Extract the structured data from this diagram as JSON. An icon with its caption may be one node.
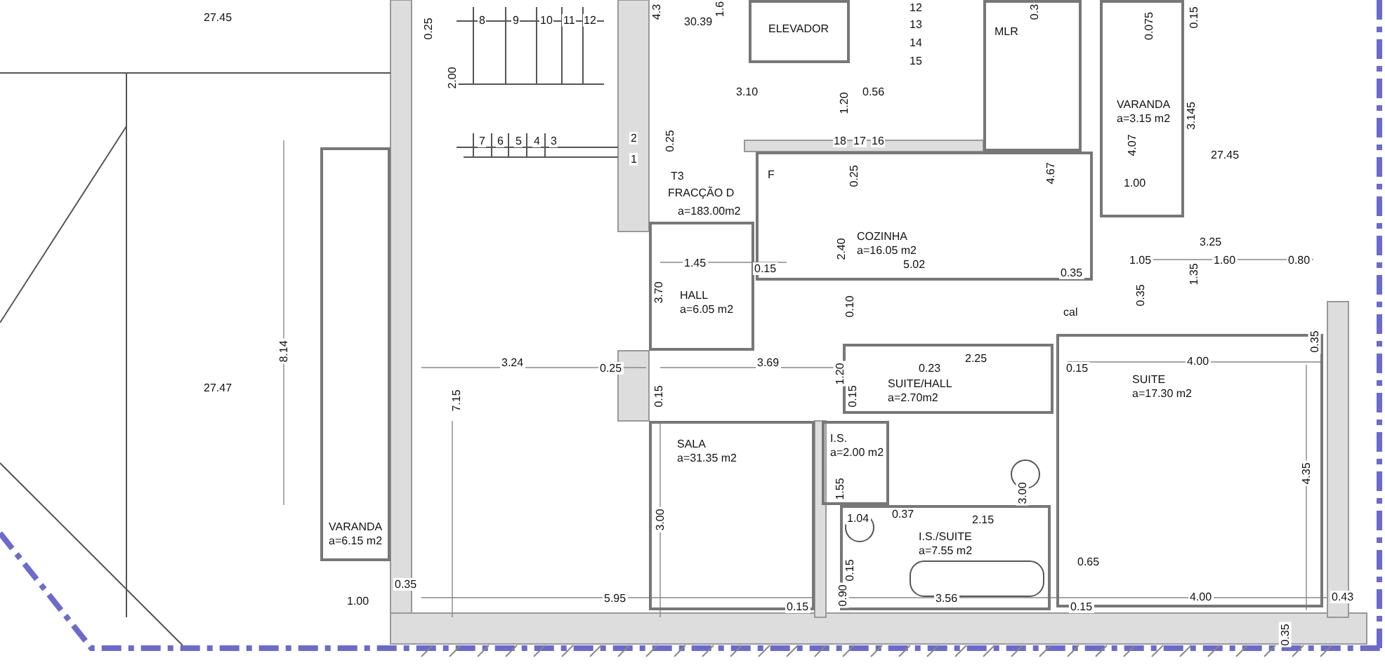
{
  "diagram": {
    "nodes": [
      {
        "text": [
          "ELEVADOR"
        ]
      },
      {
        "text": [
          "MLR"
        ]
      },
      {
        "text": [
          "VARANDA",
          "a=3.15 m2"
        ]
      },
      {
        "text": [
          "COZINHA",
          "a=16.05 m2"
        ]
      },
      {
        "text": [
          "HALL",
          "a=6.05 m2"
        ]
      },
      {
        "text": [
          "SUITE/HALL",
          "a=2.70m2"
        ]
      },
      {
        "text": [
          "SUITE",
          "a=17.30 m2"
        ]
      },
      {
        "text": [
          "SALA",
          "a=31.35 m2"
        ]
      },
      {
        "text": [
          "I.S.",
          "a=2.00 m2"
        ]
      },
      {
        "text": [
          "I.S./SUITE",
          "a=7.55 m2"
        ]
      },
      {
        "text": [
          "VARANDA",
          "a=6.15 m2"
        ]
      }
    ],
    "edges": [],
    "labels": [
      "27.45",
      "0.25",
      "8",
      "9",
      "10",
      "11",
      "12",
      "4.3",
      "30.39",
      "1.6",
      "12",
      "13",
      "14",
      "15",
      "0.3",
      "0.075",
      "0.15",
      "2.00",
      "3.10",
      "1.20",
      "0.56",
      "4.07",
      "3.145",
      "27.45",
      "1.00",
      "7",
      "6",
      "5",
      "4",
      "3",
      "2",
      "1",
      "0.25",
      "18",
      "17",
      "16",
      "T3",
      "FRACÇÃO D",
      "a=183.00m2",
      "F",
      "0.25",
      "4.67",
      "2.40",
      "3.25",
      "1.45",
      "0.15",
      "5.02",
      "0.35",
      "1.05",
      "1.35",
      "1.60",
      "0.80",
      "3.70",
      "0.10",
      "0.35",
      "cal",
      "8.14",
      "3.24",
      "0.25",
      "3.69",
      "1.20",
      "0.23",
      "2.25",
      "0.15",
      "4.00",
      "0.35",
      "27.47",
      "7.15",
      "0.15",
      "0.15",
      "4.35",
      "1.55",
      "3.00",
      "3.00",
      "1.04",
      "0.37",
      "2.15",
      "0.65",
      "0.35",
      "0.15",
      "0.90",
      "1.00",
      "5.95",
      "0.15",
      "3.56",
      "0.15",
      "4.00",
      "0.43",
      "0.35"
    ]
  }
}
